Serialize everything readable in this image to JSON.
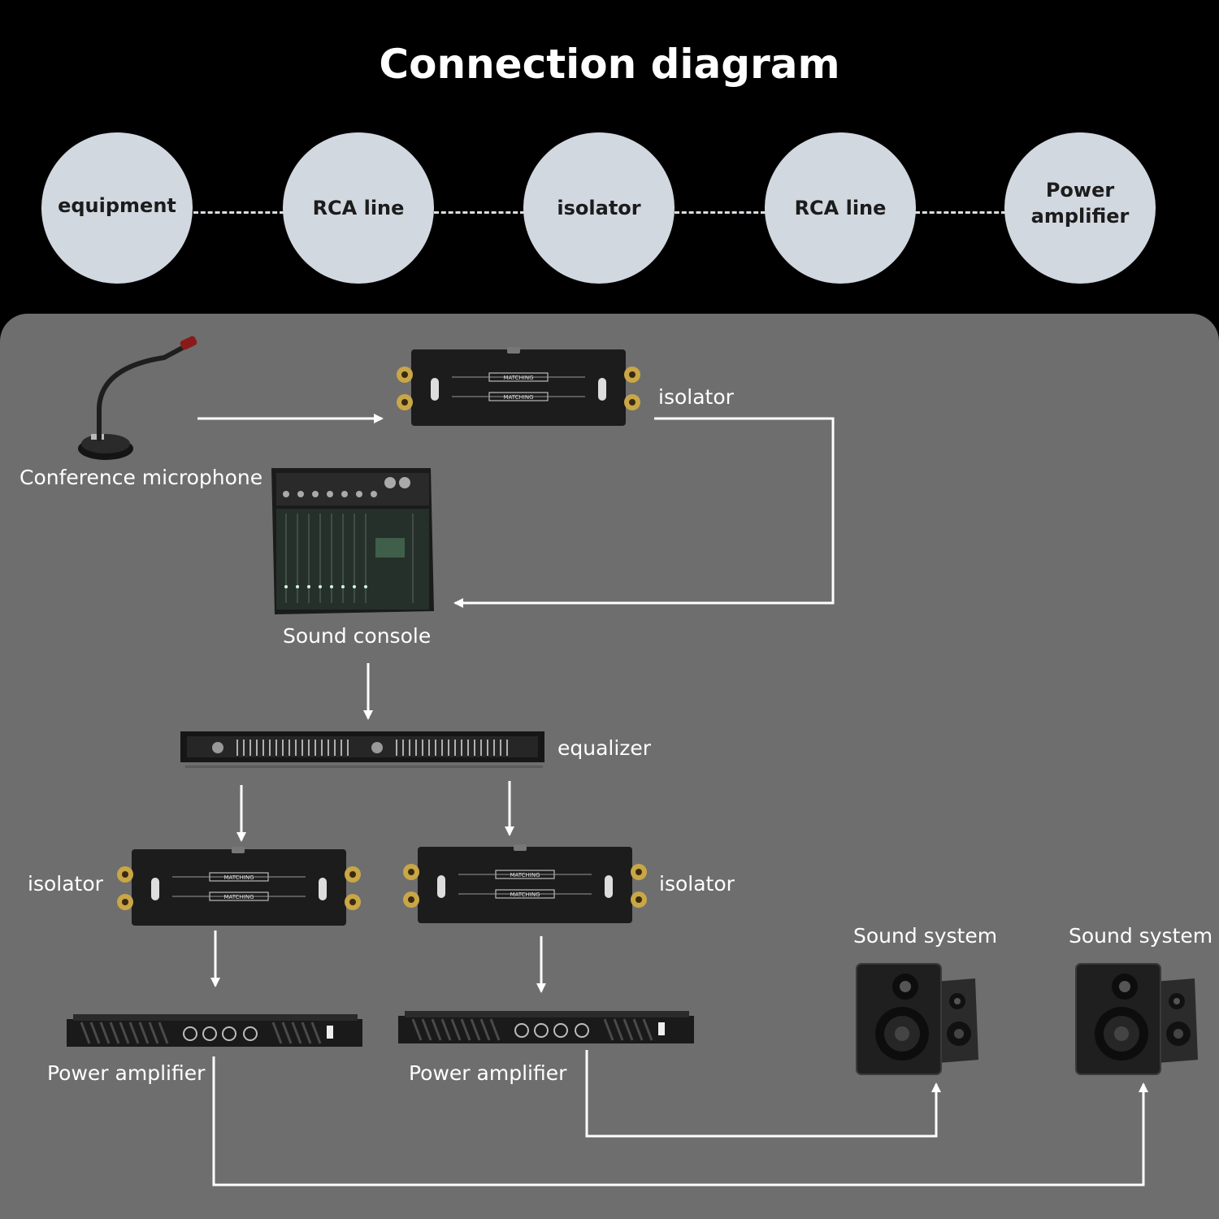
{
  "title": "Connection diagram",
  "chain": [
    {
      "label": "equipment"
    },
    {
      "label": "RCA line"
    },
    {
      "label": "isolator"
    },
    {
      "label": "RCA line"
    },
    {
      "label": "Power amplifier"
    }
  ],
  "devices": {
    "microphone": "Conference microphone",
    "isolator_top": "isolator",
    "console": "Sound console",
    "equalizer": "equalizer",
    "isolator_left": "isolator",
    "isolator_right": "isolator",
    "amp_left": "Power amplifier",
    "amp_right": "Power amplifier",
    "speaker_1": "Sound system",
    "speaker_2": "Sound system"
  },
  "isolator_panel_text": "MATCHING",
  "colors": {
    "background": "#000000",
    "panel": "#6e6e6e",
    "bubble": "#d2d8e0",
    "wire": "#ffffff"
  }
}
